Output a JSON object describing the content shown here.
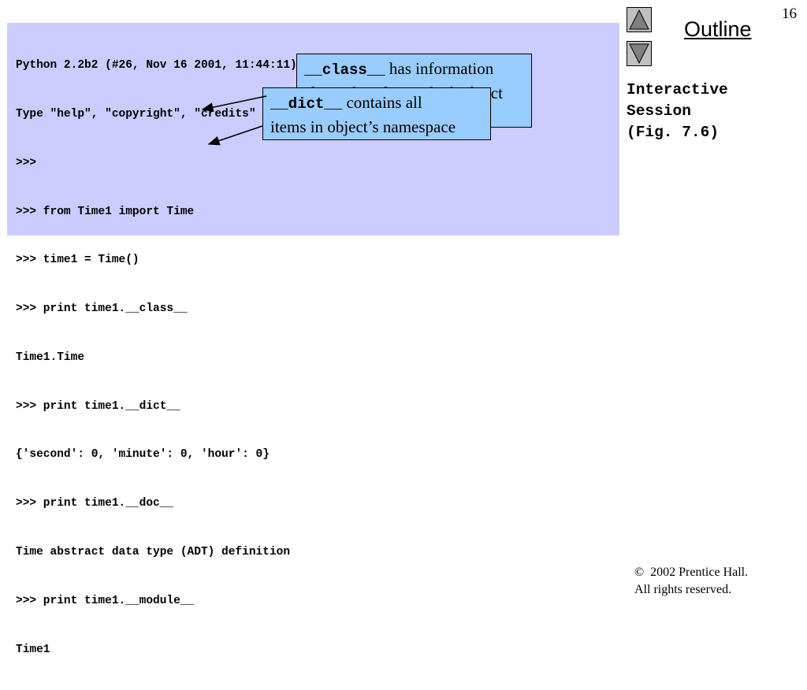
{
  "console": {
    "lines": [
      "Python 2.2b2 (#26, Nov 16 2001, 11:44:11) [MSC 32 bit (Intel)] on win32",
      "Type \"help\", \"copyright\", \"credits\" or \"license\" for more information.",
      ">>>",
      ">>> from Time1 import Time",
      ">>> time1 = Time()",
      ">>> print time1.__class__",
      "Time1.Time",
      ">>> print time1.__dict__",
      "{'second': 0, 'minute': 0, 'hour': 0}",
      ">>> print time1.__doc__",
      "Time abstract data type (ADT) definition",
      ">>> print time1.__module__",
      "Time1"
    ],
    "background_color": "#ccccff"
  },
  "callouts": {
    "class": {
      "code": "__class__",
      "line1_rest": " has information",
      "line2": "about class from which object"
    },
    "dict": {
      "code": "__dict__",
      "line1_rest": " contains all",
      "line2": "items in object’s namespace"
    },
    "background_color": "#99ccff"
  },
  "nav": {
    "up_icon": "triangle-up-icon",
    "down_icon": "triangle-down-icon"
  },
  "header": {
    "page_number": "16",
    "outline_label": "Outline"
  },
  "sidebar": {
    "title_lines": [
      "Interactive",
      "Session",
      "(Fig. 7.6)"
    ]
  },
  "footer": {
    "copyright_line1": "©  2002 Prentice Hall.",
    "copyright_line2": "All rights reserved."
  }
}
